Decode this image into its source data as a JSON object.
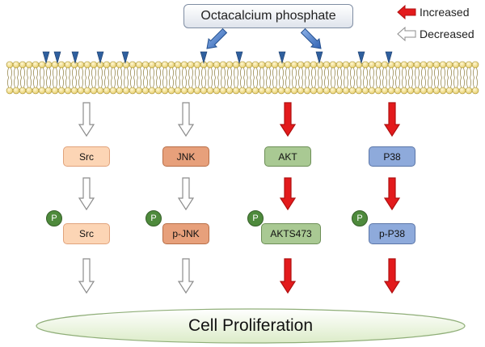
{
  "ligand": {
    "label": "Octacalcium phosphate"
  },
  "legend": {
    "increased_label": "Increased",
    "decreased_label": "Decreased",
    "increased_color": "#e31a1c",
    "decreased_color": "#a6a6a6"
  },
  "pathways": [
    {
      "protein": "Src",
      "phospho": "Src",
      "phospho_marker": "P",
      "change": "decreased",
      "color": "#fcd5b5",
      "border": "#e1a37c"
    },
    {
      "protein": "JNK",
      "phospho": "p-JNK",
      "phospho_marker": "P",
      "change": "decreased",
      "color": "#e7a07b",
      "border": "#b86f48"
    },
    {
      "protein": "AKT",
      "phospho": "AKTS473",
      "phospho_marker": "P",
      "change": "increased",
      "color": "#a9c993",
      "border": "#6d8f57"
    },
    {
      "protein": "P38",
      "phospho": "p-P38",
      "phospho_marker": "P",
      "change": "increased",
      "color": "#8eaadb",
      "border": "#5b76a8"
    }
  ],
  "outcome": {
    "label": "Cell Proliferation"
  },
  "phospho_marker_color": "#4e8a3c"
}
